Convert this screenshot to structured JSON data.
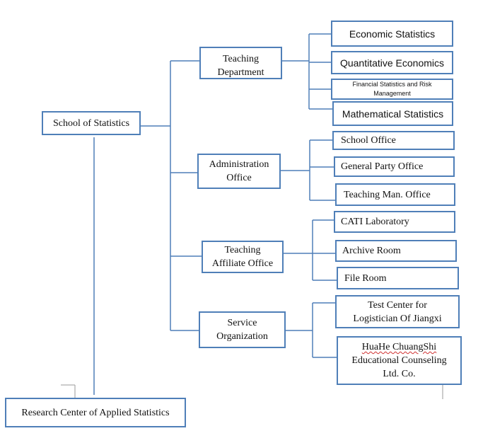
{
  "diagram": {
    "root": {
      "label": "School of Statistics"
    },
    "research_center": {
      "label": "Research Center of Applied Statistics"
    },
    "departments": [
      {
        "label_lines": [
          "Teaching",
          "Department"
        ],
        "children": [
          "Economic Statistics",
          "Quantitative Economics",
          "Financial Statistics and Risk Management",
          "Mathematical Statistics"
        ]
      },
      {
        "label_lines": [
          "Administration",
          "Office"
        ],
        "children": [
          "School Office",
          "General Party Office",
          "Teaching Man. Office"
        ]
      },
      {
        "label_lines": [
          "Teaching",
          "Affiliate Office"
        ],
        "children": [
          "CATI Laboratory",
          "Archive Room",
          "File Room"
        ]
      },
      {
        "label_lines": [
          "Service",
          "Organization"
        ],
        "children": [
          "Test Center for Logistician Of Jiangxi"
        ]
      }
    ],
    "huahe": {
      "name": "HuaHe ChuangShi",
      "rest_lines": [
        "Educational Counseling",
        "Ltd. Co."
      ]
    }
  },
  "colors": {
    "border": "#4f7fb8",
    "connector": "#4f7fb8",
    "text": "#111111",
    "spellcheck": "#d03030"
  }
}
